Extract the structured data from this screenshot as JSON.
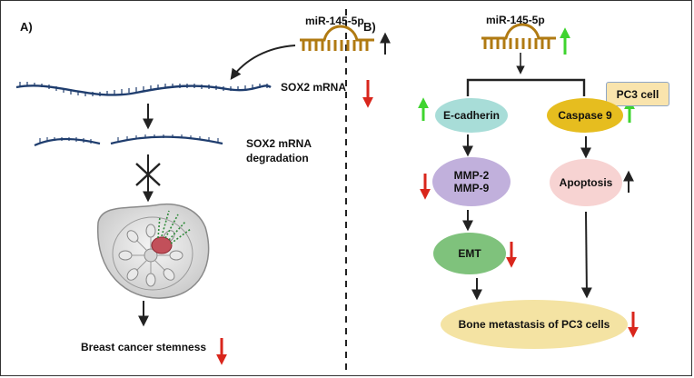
{
  "panel_a": {
    "label": "A)",
    "mirna": "miR-145-5p",
    "sox2_mrna": "SOX2 mRNA",
    "degradation_line1": "SOX2 mRNA",
    "degradation_line2": "degradation",
    "outcome": "Breast cancer stemness"
  },
  "panel_b": {
    "label": "B)",
    "mirna": "miR-145-5p",
    "cell_badge": "PC3 cell",
    "e_cadherin": "E-cadherin",
    "caspase": "Caspase 9",
    "mmp_line1": "MMP-2",
    "mmp_line2": "MMP-9",
    "apoptosis": "Apoptosis",
    "emt": "EMT",
    "outcome": "Bone metastasis of PC3 cells"
  },
  "colors": {
    "up_green": "#3fd42f",
    "down_red": "#d9261c",
    "mirna_gold": "#b07a12",
    "mrna_navy": "#1f3d6e",
    "e_cadherin_fill": "#a8ddd8",
    "caspase_fill": "#e6bd1f",
    "mmp_fill": "#c1b0dc",
    "apoptosis_fill": "#f7d3d2",
    "emt_fill": "#7fc27c",
    "outcome_fill": "#f4e3a3",
    "badge_fill": "#f9e4ad"
  }
}
